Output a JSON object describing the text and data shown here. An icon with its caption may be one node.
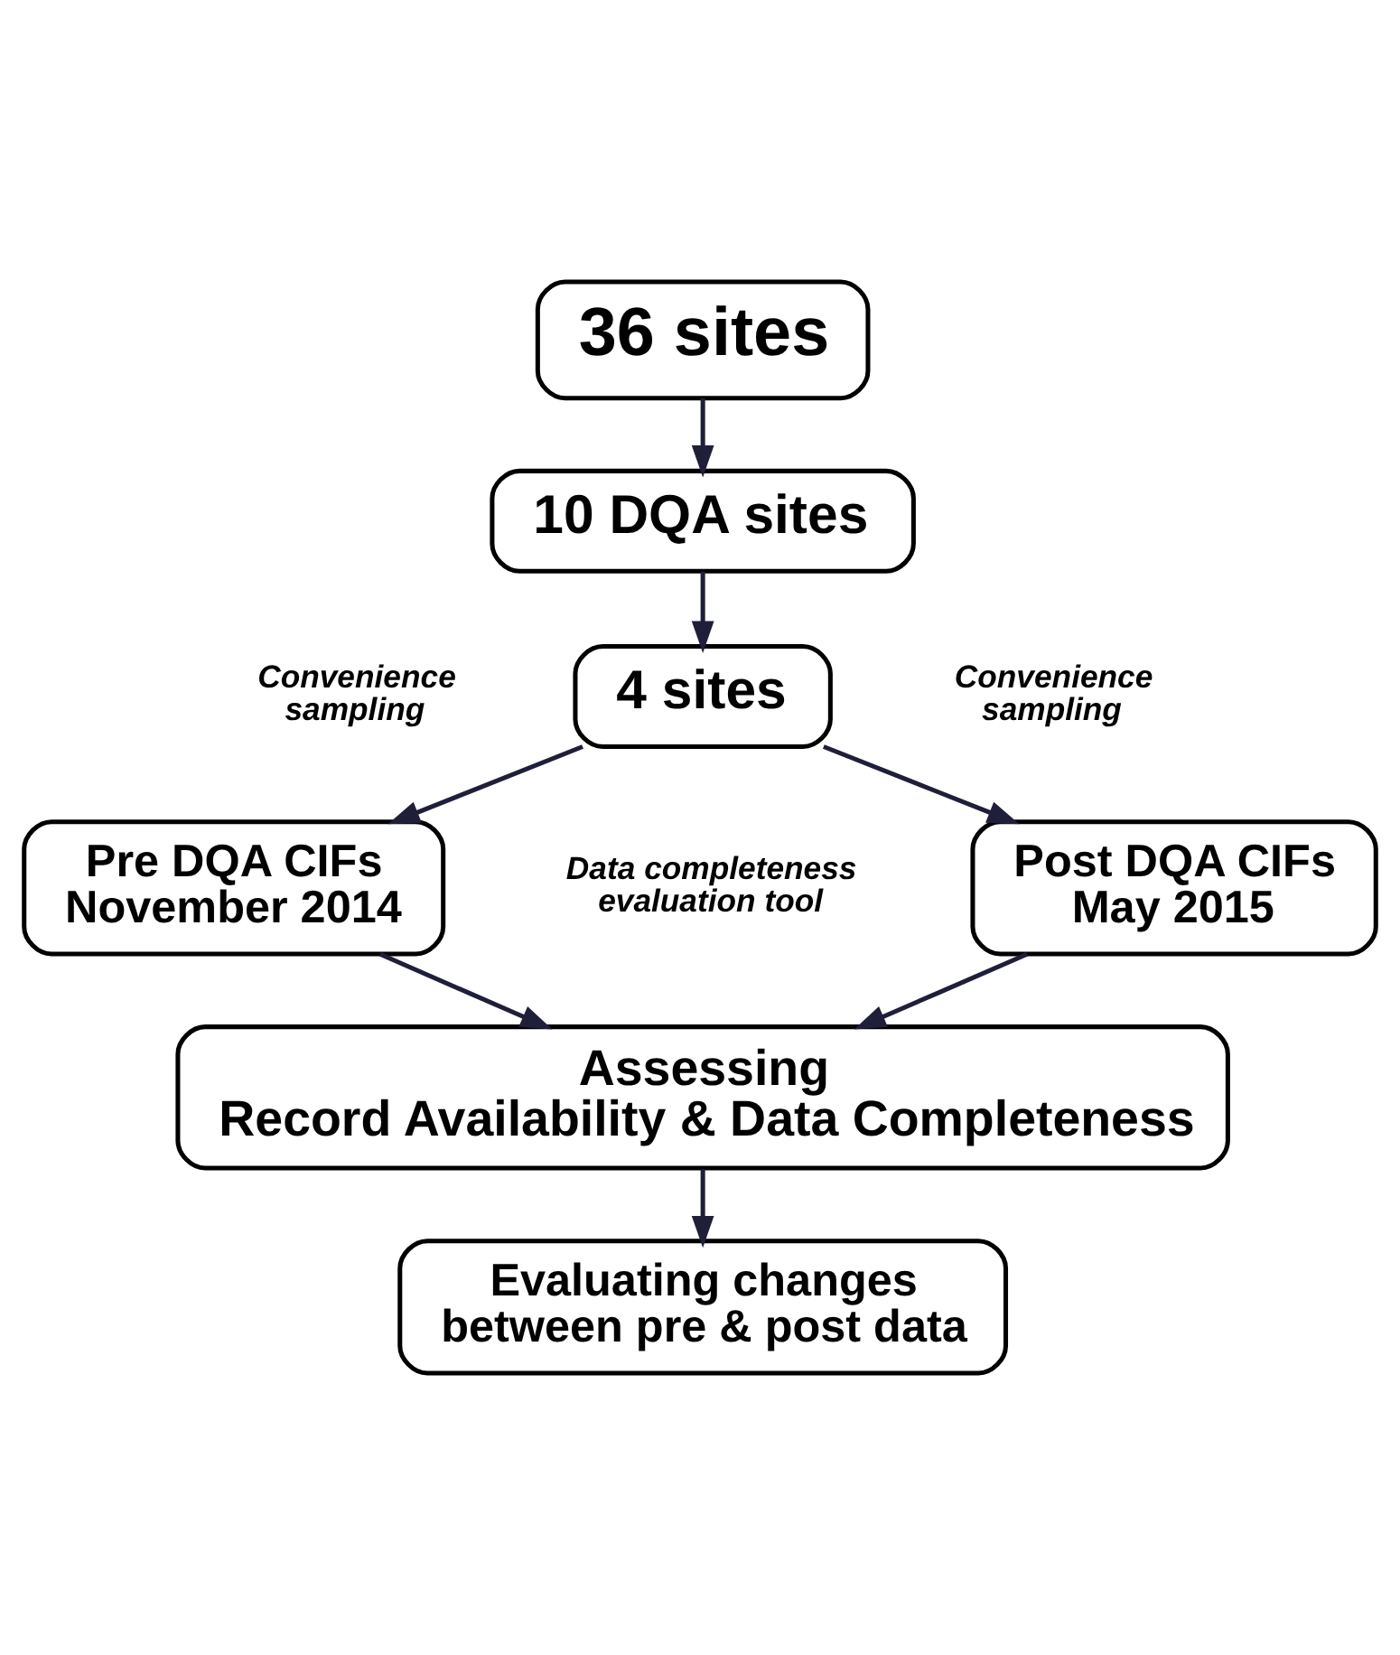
{
  "diagram": {
    "nodes": [
      {
        "text": [
          "36 sites"
        ]
      },
      {
        "text": [
          "10 DQA sites"
        ]
      },
      {
        "text": [
          "4 sites"
        ]
      },
      {
        "text": [
          "Pre DQA CIFs November 2014"
        ]
      },
      {
        "text": [
          "Post DQA CIFs May 2015"
        ]
      },
      {
        "text": [
          "Assessing Record Availability & Data Completeness"
        ]
      },
      {
        "text": [
          "Evaluating changes between pre & post data"
        ]
      }
    ],
    "edges": [
      {
        "from": 0,
        "to": 1,
        "arrow": "to"
      },
      {
        "from": 1,
        "to": 2,
        "arrow": "to"
      },
      {
        "from": 2,
        "to": 3,
        "arrow": "to"
      },
      {
        "from": 2,
        "to": 4,
        "arrow": "to"
      },
      {
        "from": 3,
        "to": 5,
        "arrow": "to"
      },
      {
        "from": 4,
        "to": 5,
        "arrow": "to"
      },
      {
        "from": 5,
        "to": 6,
        "arrow": "to"
      }
    ],
    "labels": [
      "Convenience sampling",
      "Convenience sampling",
      "Data completeness evaluation tool"
    ]
  }
}
